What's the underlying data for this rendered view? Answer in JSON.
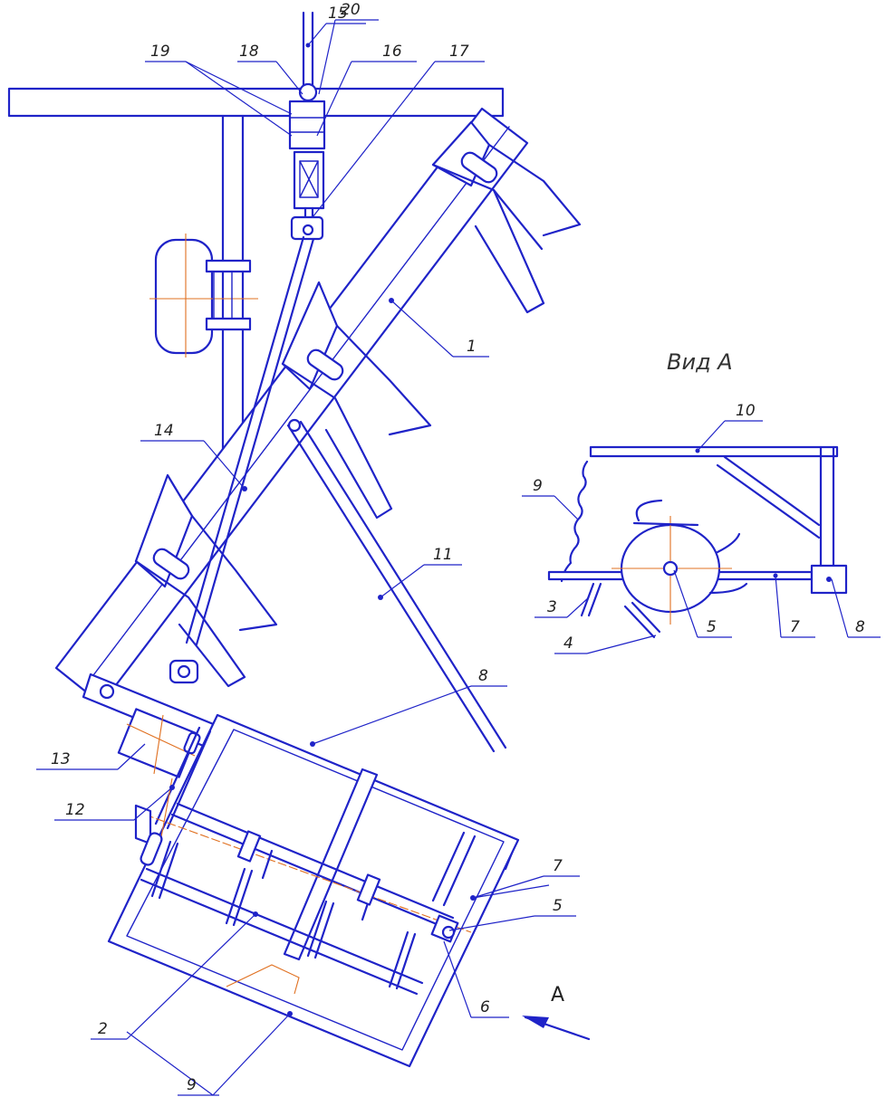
{
  "view_title": "Вид А",
  "view_arrow_label": "A",
  "callouts": {
    "c1": "1",
    "c2": "2",
    "c3": "3",
    "c4": "4",
    "c5": "5",
    "c6": "6",
    "c7": "7",
    "c8": "8",
    "c9": "9",
    "c10": "10",
    "c11": "11",
    "c12": "12",
    "c13": "13",
    "c14": "14",
    "c15": "15",
    "c16": "16",
    "c17": "17",
    "c18": "18",
    "c19": "19",
    "c20": "20"
  },
  "view_a_callouts": {
    "c3": "3",
    "c4": "4",
    "c5": "5",
    "c7": "7",
    "c8": "8",
    "c9": "9",
    "c10": "10"
  },
  "colors": {
    "line": "#1f23c8",
    "axis": "#e07020"
  }
}
